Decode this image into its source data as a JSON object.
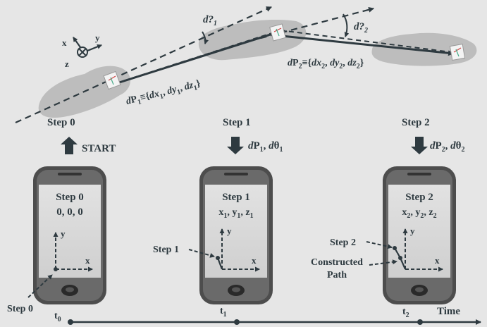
{
  "top": {
    "axes": {
      "x": "x",
      "y": "y",
      "z": "z"
    },
    "d1_prefix": "d?",
    "d1_sub": "1",
    "d2_prefix": "d?",
    "d2_sub": "2",
    "dp1": {
      "d": "d",
      "P": "P",
      "psub": "1",
      "eq": "≡{",
      "dx": "dx",
      "xs": "1",
      "c1": ", ",
      "dy": "dy",
      "ys": "1",
      "c2": ", ",
      "dz": "dz",
      "zs": "1",
      "close": "}"
    },
    "dp2": {
      "d": "d",
      "P": "P",
      "psub": "2",
      "eq": "≡{",
      "dx": "dx",
      "xs": "2",
      "c1": ", ",
      "dy": "dy",
      "ys": "2",
      "c2": ", ",
      "dz": "dz",
      "zs": "2",
      "close": "}"
    }
  },
  "steps": [
    {
      "label": "Step 0",
      "arrow": "up",
      "action": "START",
      "screen_title": "Step 0",
      "screen_coords": "0, 0, 0",
      "axis_x": "x",
      "axis_y": "y",
      "callout": "Step 0",
      "time_t": "t",
      "time_sub": "0"
    },
    {
      "label": "Step 1",
      "arrow": "down",
      "inputs": {
        "d1": "d",
        "P": "P",
        "psub": "1",
        "sep": ", ",
        "d2": "d",
        "th": "θ",
        "tsub": "1"
      },
      "screen_title": "Step 1",
      "screen_coords": {
        "x": "x",
        "xs": "1",
        "y": "y",
        "ys": "1",
        "z": "z",
        "zs": "1",
        "sep": ", "
      },
      "axis_x": "x",
      "axis_y": "y",
      "callout": "Step 1",
      "time_t": "t",
      "time_sub": "1"
    },
    {
      "label": "Step 2",
      "arrow": "down",
      "inputs": {
        "d1": "d",
        "P": "P",
        "psub": "2",
        "sep": ", ",
        "d2": "d",
        "th": "θ",
        "tsub": "2"
      },
      "screen_title": "Step 2",
      "screen_coords": {
        "x": "x",
        "xs": "2",
        "y": "y",
        "ys": "2",
        "z": "z",
        "zs": "2",
        "sep": ", "
      },
      "axis_x": "x",
      "axis_y": "y",
      "callout": "Step 2",
      "constructed_line1": "Constructed",
      "constructed_line2": "Path",
      "time_t": "t",
      "time_sub": "2"
    }
  ],
  "timeline": {
    "label": "Time"
  },
  "colors": {
    "ink": "#2e3a40",
    "phone_body": "#4d4d4d",
    "screen": "#dcdcdc",
    "cloud": "#bdbdbd",
    "bg": "#e6e6e6"
  }
}
